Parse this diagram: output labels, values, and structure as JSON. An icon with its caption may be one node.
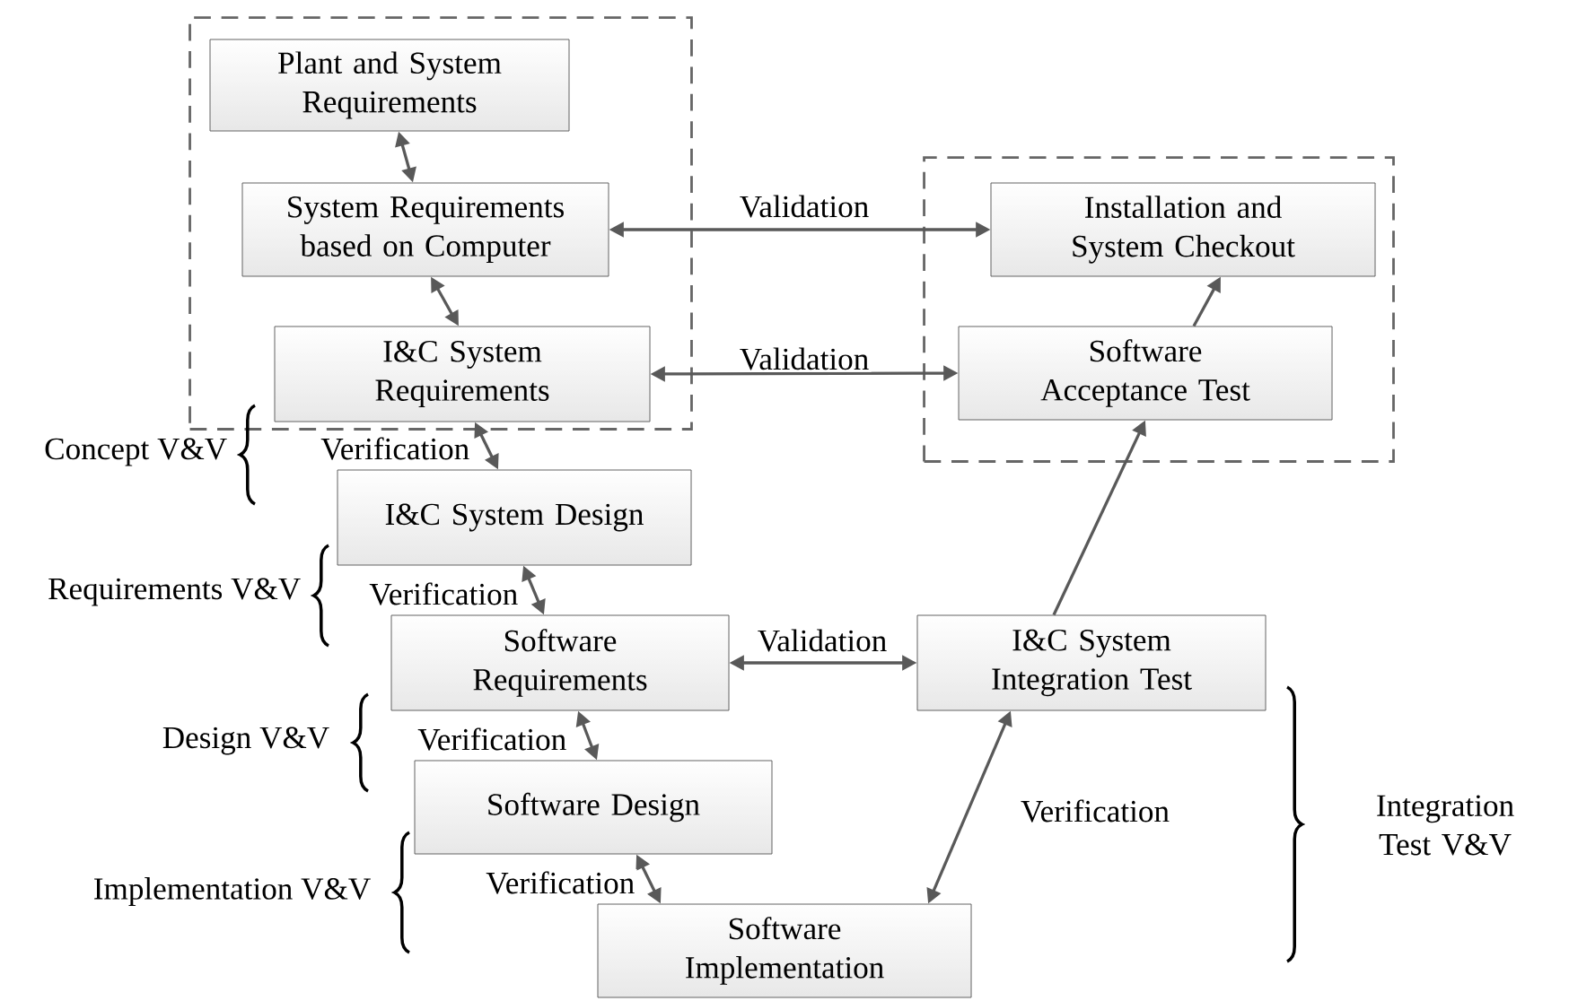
{
  "diagram": {
    "nodes": [
      {
        "text": [],
        "shape": "box"
      },
      {
        "text": [
          "Plant and System Requirements"
        ],
        "in": 0
      },
      {
        "text": [
          "System Requirements based on Computer"
        ],
        "in": 0
      },
      {
        "text": [
          "I&C System Requirements"
        ],
        "in": 0
      },
      {
        "text": [],
        "shape": "box"
      },
      {
        "text": [
          "Installation and System Checkout"
        ],
        "in": 4
      },
      {
        "text": [
          "Software Acceptance Test"
        ],
        "in": 4
      },
      {
        "text": [
          "I&C System Design"
        ]
      },
      {
        "text": [
          "Software Requirements"
        ]
      },
      {
        "text": [
          "I&C System Integration Test"
        ]
      },
      {
        "text": [
          "Software Design"
        ]
      },
      {
        "text": [
          "Software Implementation"
        ]
      }
    ],
    "edges": [
      {
        "from": 1,
        "to": 2,
        "arrow": "both"
      },
      {
        "from": 2,
        "to": 3,
        "arrow": "both"
      },
      {
        "from": 2,
        "to": 5,
        "arrow": "both",
        "label": "Validation"
      },
      {
        "from": 3,
        "to": 6,
        "arrow": "both",
        "label": "Validation"
      },
      {
        "from": 3,
        "to": 7,
        "arrow": "both",
        "label": "Verification"
      },
      {
        "from": 7,
        "to": 8,
        "arrow": "both",
        "label": "Verification"
      },
      {
        "from": 8,
        "to": 9,
        "arrow": "both",
        "label": "Validation"
      },
      {
        "from": 8,
        "to": 10,
        "arrow": "both",
        "label": "Verification"
      },
      {
        "from": 10,
        "to": 11,
        "arrow": "both",
        "label": "Verification"
      },
      {
        "from": 11,
        "to": 9,
        "arrow": "both",
        "label": "Verification"
      },
      {
        "from": 9,
        "to": 6,
        "arrow": "to"
      },
      {
        "from": 6,
        "to": 5,
        "arrow": "to"
      }
    ],
    "labels": [
      "Concept V&V",
      "Requirements V&V",
      "Design V&V",
      "Implementation V&V",
      "Integration Test V&V"
    ]
  }
}
